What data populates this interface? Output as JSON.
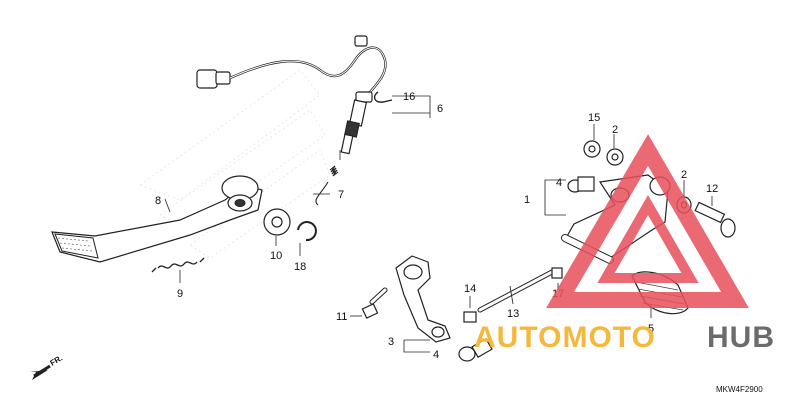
{
  "callouts": [
    {
      "id": "c1",
      "label": "1"
    },
    {
      "id": "c2a",
      "label": "2"
    },
    {
      "id": "c2b",
      "label": "2"
    },
    {
      "id": "c3",
      "label": "3"
    },
    {
      "id": "c4a",
      "label": "4"
    },
    {
      "id": "c4b",
      "label": "4"
    },
    {
      "id": "c5",
      "label": "5"
    },
    {
      "id": "c6",
      "label": "6"
    },
    {
      "id": "c7",
      "label": "7"
    },
    {
      "id": "c8",
      "label": "8"
    },
    {
      "id": "c9",
      "label": "9"
    },
    {
      "id": "c10",
      "label": "10"
    },
    {
      "id": "c11",
      "label": "11"
    },
    {
      "id": "c12",
      "label": "12"
    },
    {
      "id": "c13",
      "label": "13"
    },
    {
      "id": "c14",
      "label": "14"
    },
    {
      "id": "c15",
      "label": "15"
    },
    {
      "id": "c16",
      "label": "16"
    },
    {
      "id": "c17",
      "label": "17"
    },
    {
      "id": "c18",
      "label": "18"
    }
  ],
  "front_marker": "FR.",
  "diagram_code": "MKW4F2900",
  "watermark": {
    "text_a": "AUTOMOTO",
    "text_b": "HUB",
    "color_a": "#f5b83d",
    "color_b": "#6b6b6b",
    "triangle_color": "#e8505b"
  }
}
